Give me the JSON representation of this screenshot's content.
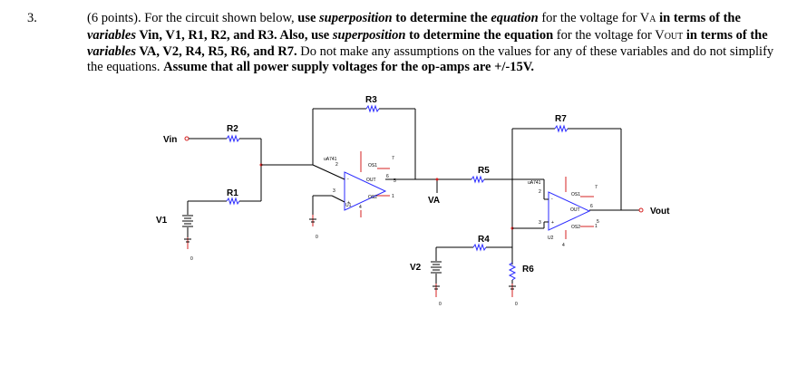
{
  "problem": {
    "number": "3.",
    "points": "(6 points).",
    "t1": " For the circuit shown below, ",
    "b_use_sup1a": "use ",
    "bi_sup1": "superposition",
    "b_to_det1": " to determine the ",
    "bi_equation": "equation",
    "t2": " for the voltage for V",
    "sub_a": "A",
    "b_terms1": " in terms of the ",
    "bi_variables1": "variables",
    "b_vars1": " Vin, V1, R1, R2, and R3. Also, use ",
    "bi_sup2": "superposition",
    "b_to_det2": " to determine the equation",
    "t3": " for the voltage for V",
    "sub_out": "OUT",
    "b_terms2": " in terms of the ",
    "bi_variables2": "variables",
    "b_vars2": " VA, V2, R4, R5, R6, and R7.",
    "t4": "  Do not make any assumptions on the values for any of these variables and do not simplify the equations. ",
    "b_assume": "Assume that all power supply voltages for the op-amps are +/-15V."
  },
  "circuit": {
    "labels": {
      "vin": "Vin",
      "v1": "V1",
      "v2": "V2",
      "va": "VA",
      "vout": "Vout",
      "r1": "R1",
      "r2": "R2",
      "r3": "R3",
      "r4": "R4",
      "r5": "R5",
      "r6": "R6",
      "r7": "R7",
      "u1": "U1",
      "u2": "U2",
      "opamp_model": "uA741",
      "out_pin": "OUT",
      "os1": "OS1",
      "os2": "OS2",
      "ground": "0",
      "pin2": "2",
      "pin3": "3",
      "pin4": "4",
      "pin5": "5",
      "pin6": "6",
      "pin7": "7",
      "pin1": "1",
      "plus": "+",
      "minus": "-"
    }
  }
}
